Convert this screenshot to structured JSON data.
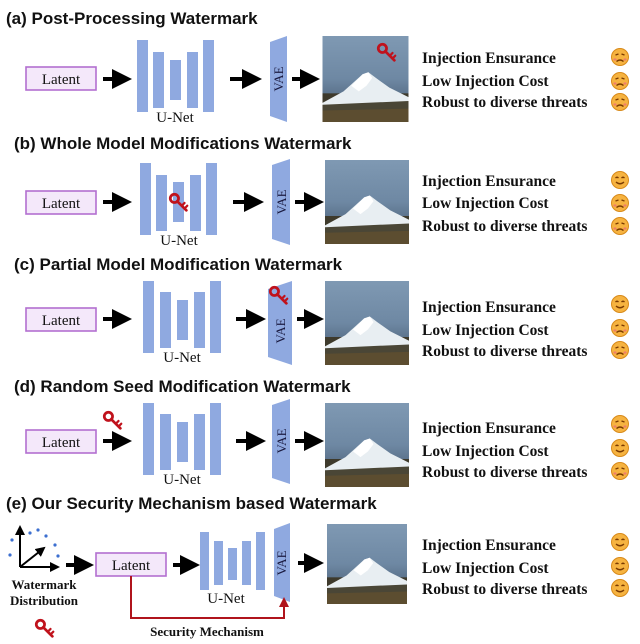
{
  "panels": [
    {
      "title": "(a) Post-Processing Watermark",
      "properties": [
        {
          "label": "Injection Ensurance",
          "face": "sad"
        },
        {
          "label": "Low Injection Cost",
          "face": "sad"
        },
        {
          "label": "Robust to diverse threats",
          "face": "sad"
        }
      ]
    },
    {
      "title": "(b) Whole Model Modifications Watermark",
      "properties": [
        {
          "label": "Injection Ensurance",
          "face": "happy"
        },
        {
          "label": "Low Injection Cost",
          "face": "sad"
        },
        {
          "label": "Robust to diverse threats",
          "face": "sad"
        }
      ]
    },
    {
      "title": "(c) Partial Model Modification Watermark",
      "properties": [
        {
          "label": "Injection Ensurance",
          "face": "happy"
        },
        {
          "label": "Low Injection Cost",
          "face": "sad"
        },
        {
          "label": "Robust to diverse threats",
          "face": "sad"
        }
      ]
    },
    {
      "title": "(d) Random Seed Modification Watermark",
      "properties": [
        {
          "label": "Injection Ensurance",
          "face": "sad"
        },
        {
          "label": "Low Injection Cost",
          "face": "happy"
        },
        {
          "label": "Robust to diverse threats",
          "face": "sad"
        }
      ]
    },
    {
      "title": "(e) Our Security Mechanism based Watermark",
      "properties": [
        {
          "label": "Injection Ensurance",
          "face": "happy"
        },
        {
          "label": "Low Injection Cost",
          "face": "happy"
        },
        {
          "label": "Robust to diverse threats",
          "face": "happy"
        }
      ]
    }
  ],
  "labels": {
    "latent": "Latent",
    "unet": "U-Net",
    "vae": "VAE",
    "watermark_distribution_1": "Watermark",
    "watermark_distribution_2": "Distribution",
    "security_mechanism": "Security Mechanism"
  },
  "colors": {
    "latent_fill": "#f4e8fa",
    "latent_border": "#b26fd0",
    "block_fill": "#8fa9e0",
    "key": "#c0121c",
    "happy_face": "#f6b340",
    "sad_face": "#f6b340",
    "security_line": "#b0141c"
  }
}
